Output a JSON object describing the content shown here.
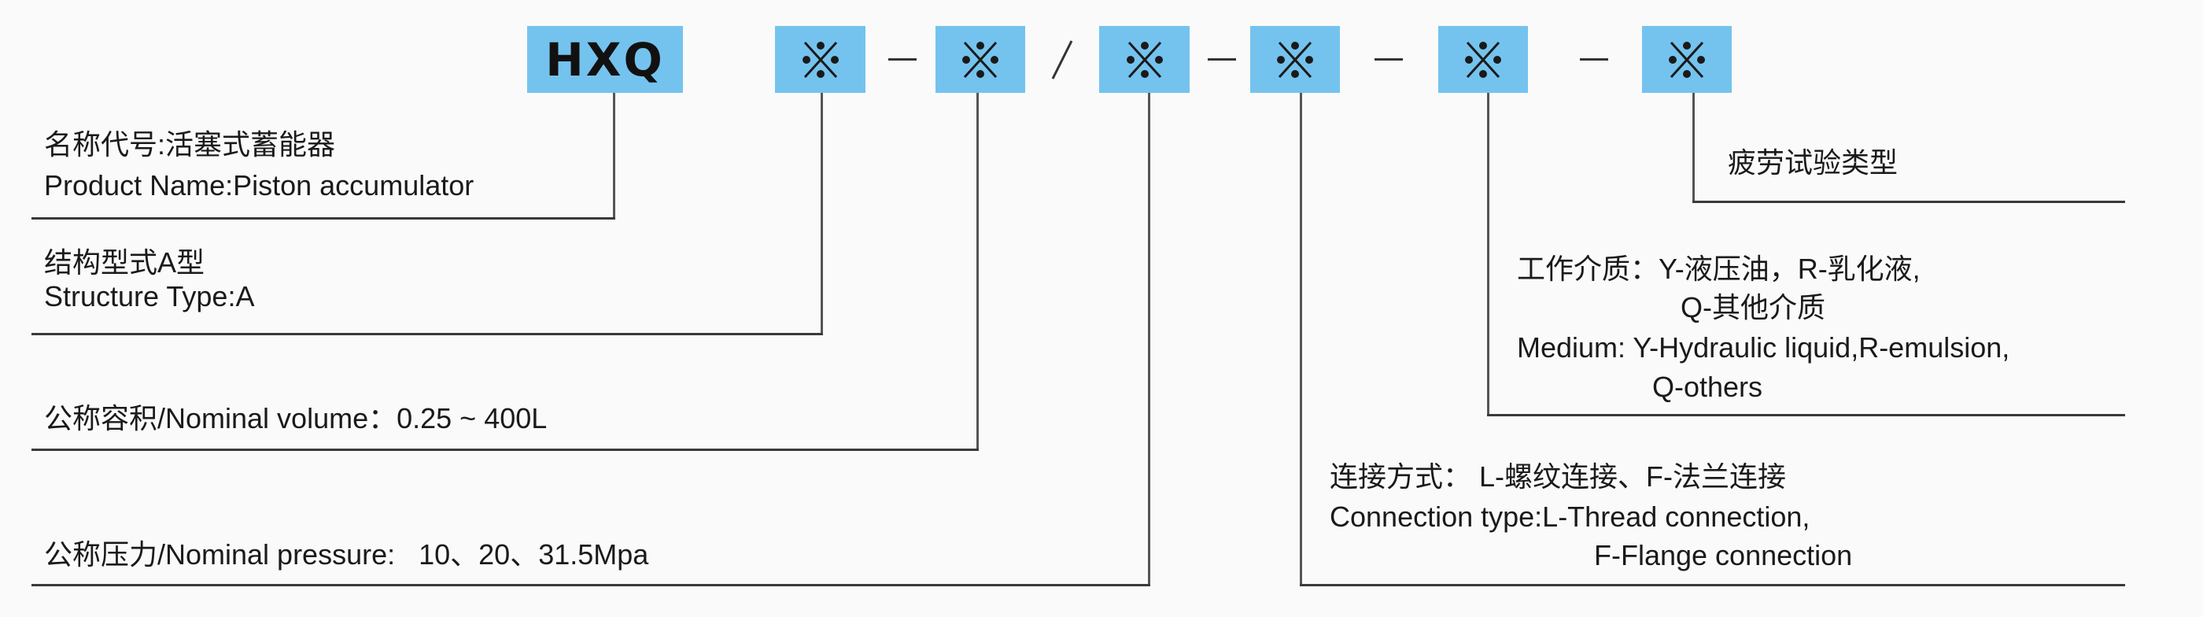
{
  "model_code": {
    "prefix": "HXQ",
    "placeholder_symbol": "※",
    "placeholder_icon": "reference-mark-icon",
    "slots": 6,
    "separators": [
      "—",
      "/",
      "—",
      "—",
      "—"
    ],
    "box_color": "#74c3ee"
  },
  "annotations": {
    "product_name": {
      "zh": "名称代号:活塞式蓄能器",
      "en": "Product Name:Piston accumulator"
    },
    "structure": {
      "zh": "结构型式A型",
      "en": "Structure Type:A"
    },
    "volume": {
      "text": "公称容积/Nominal volume：0.25 ~ 400L"
    },
    "pressure": {
      "text": "公称压力/Nominal pressure:   10、20、31.5Mpa"
    },
    "connection": {
      "zh": "连接方式： L-螺纹连接、F-法兰连接",
      "en_line1": "Connection type:L-Thread connection,",
      "en_line2": "F-Flange connection"
    },
    "medium": {
      "zh_line1": "工作介质：Y-液压油，R-乳化液,",
      "zh_line2": "Q-其他介质",
      "en_line1": "Medium: Y-Hydraulic liquid,R-emulsion,",
      "en_line2": "Q-others"
    },
    "fatigue": {
      "zh": "疲劳试验类型"
    }
  }
}
